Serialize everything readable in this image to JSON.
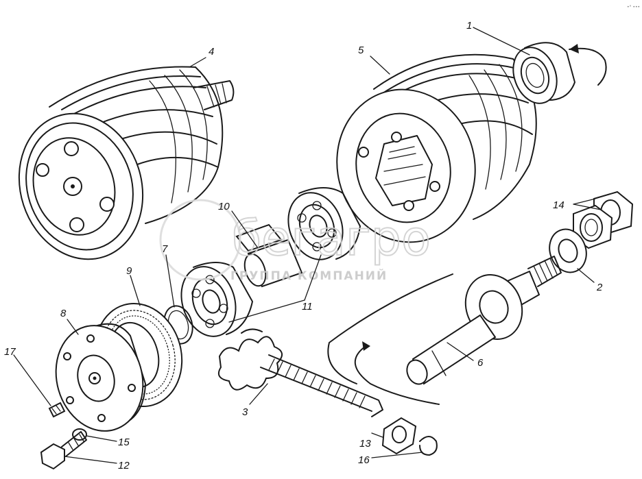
{
  "watermark": {
    "brand": "бегагро",
    "tagline": "ГРУППА КОМПАНИЙ"
  },
  "corner_mark": "•° •••",
  "parts": [
    {
      "id": "p1",
      "label": "1"
    },
    {
      "id": "p2",
      "label": "2"
    },
    {
      "id": "p3",
      "label": "3"
    },
    {
      "id": "p4",
      "label": "4"
    },
    {
      "id": "p5",
      "label": "5"
    },
    {
      "id": "p6",
      "label": "6"
    },
    {
      "id": "p7",
      "label": "7"
    },
    {
      "id": "p8",
      "label": "8"
    },
    {
      "id": "p9",
      "label": "9"
    },
    {
      "id": "p10",
      "label": "10"
    },
    {
      "id": "p11",
      "label": "11"
    },
    {
      "id": "p12",
      "label": "12"
    },
    {
      "id": "p13",
      "label": "13"
    },
    {
      "id": "p14",
      "label": "14"
    },
    {
      "id": "p15",
      "label": "15"
    },
    {
      "id": "p16",
      "label": "16"
    },
    {
      "id": "p17",
      "label": "17"
    }
  ]
}
